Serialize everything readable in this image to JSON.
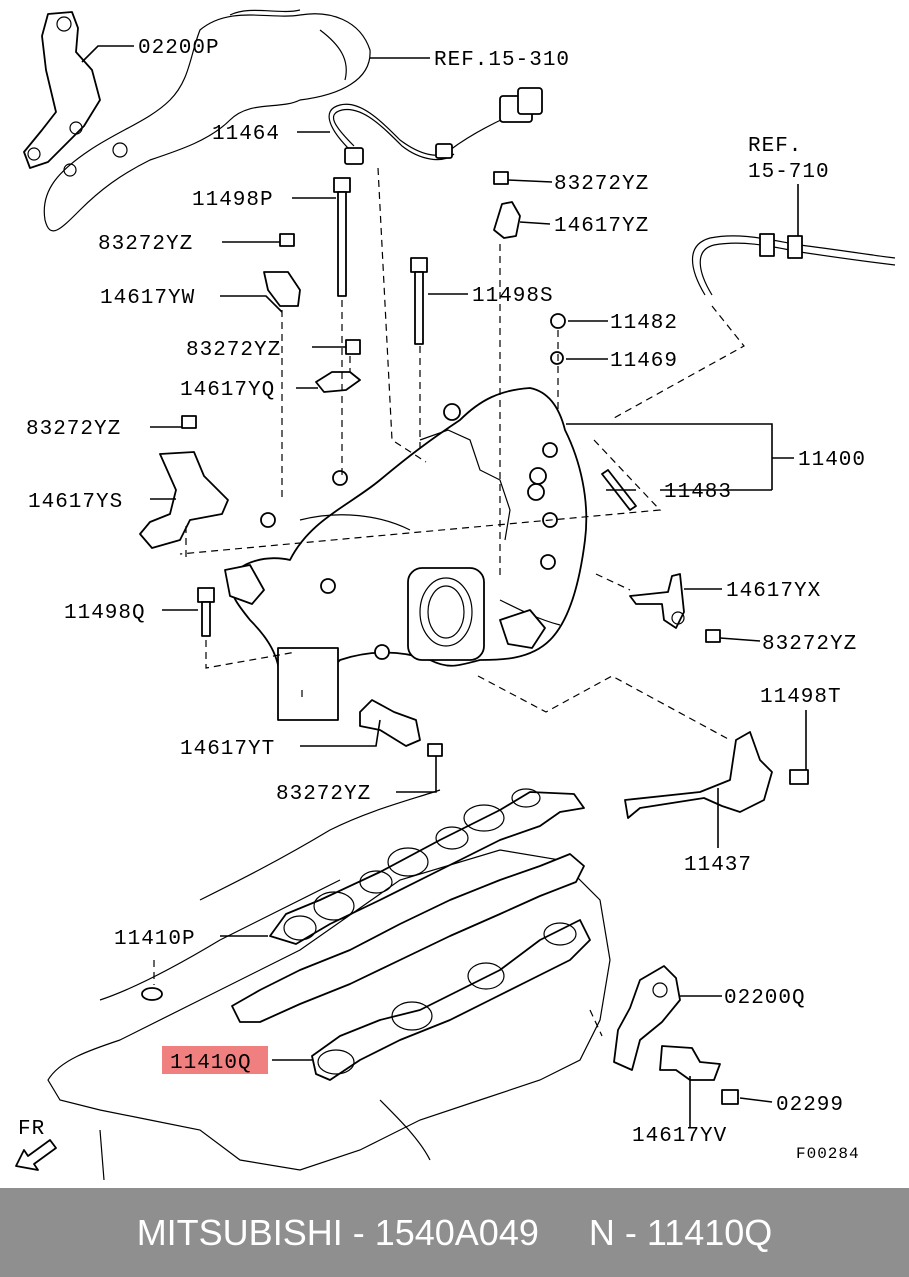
{
  "labels": {
    "p02200P": "02200P",
    "ref15310": "REF.15-310",
    "p11464": "11464",
    "ref15710a": "REF.",
    "ref15710b": "15-710",
    "p83272YZ_1": "83272YZ",
    "p14617YZ": "14617YZ",
    "p11498P": "11498P",
    "p83272YZ_2": "83272YZ",
    "p11498S": "11498S",
    "p14617YW": "14617YW",
    "p11482": "11482",
    "p83272YZ_3": "83272YZ",
    "p11469": "11469",
    "p14617YQ": "14617YQ",
    "p83272YZ_4": "83272YZ",
    "p11400": "11400",
    "p14617YS": "14617YS",
    "p11483": "11483",
    "p14617YX": "14617YX",
    "p11498Q": "11498Q",
    "p83272YZ_5": "83272YZ",
    "p11498T": "11498T",
    "p14617YT": "14617YT",
    "p83272YZ_6": "83272YZ",
    "p11437": "11437",
    "p11410P": "11410P",
    "p02200Q": "02200Q",
    "p11410Q": "11410Q",
    "p02299": "02299",
    "p14617YV": "14617YV",
    "fr": "FR",
    "figcode": "F00284"
  },
  "highlight_color": "#f08080",
  "footer": {
    "text": "MITSUBISHI - 1540A049     N - 11410Q",
    "background": "#8f8f8f"
  }
}
